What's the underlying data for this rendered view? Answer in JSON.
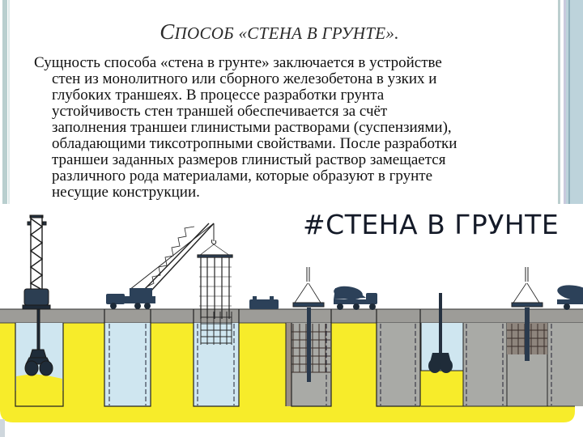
{
  "slide": {
    "title_first_letter": "С",
    "title_rest": "ПОСОБ «СТЕНА В ГРУНТЕ».",
    "title_full": "Способ «стена в грунте».",
    "body_lines": [
      "Сущность способа «стена в грунте» заключается в устройстве",
      "стен из монолитного или сборного железобетона в узких и",
      "глубоких траншеях. В процессе разработки грунта",
      "устойчивость стен траншей обеспечивается за счёт",
      "заполнения траншеи глинистыми растворами (суспензиями),",
      "обладающими тиксотропными свойствами. После разработки",
      "траншеи заданных размеров глинистый раствор замещается",
      "различного рода материалами, которые образуют в грунте",
      "несущие конструкции."
    ]
  },
  "illustration": {
    "caption": "#СТЕНА В ГРУНТЕ",
    "colors": {
      "soil": "#f7ec2a",
      "slurry": "#cfe6f0",
      "concrete": "#a9aaa6",
      "ground_surface": "#9b9a96",
      "machinery": "#233449",
      "outline": "#1a1a1a"
    },
    "elements": [
      "clamshell-excavator-rig",
      "mobile-crane",
      "rebar-cage",
      "slurry-pump-unit",
      "tremie-pipe",
      "concrete-mixer-truck",
      "concrete-mixer-truck"
    ]
  }
}
